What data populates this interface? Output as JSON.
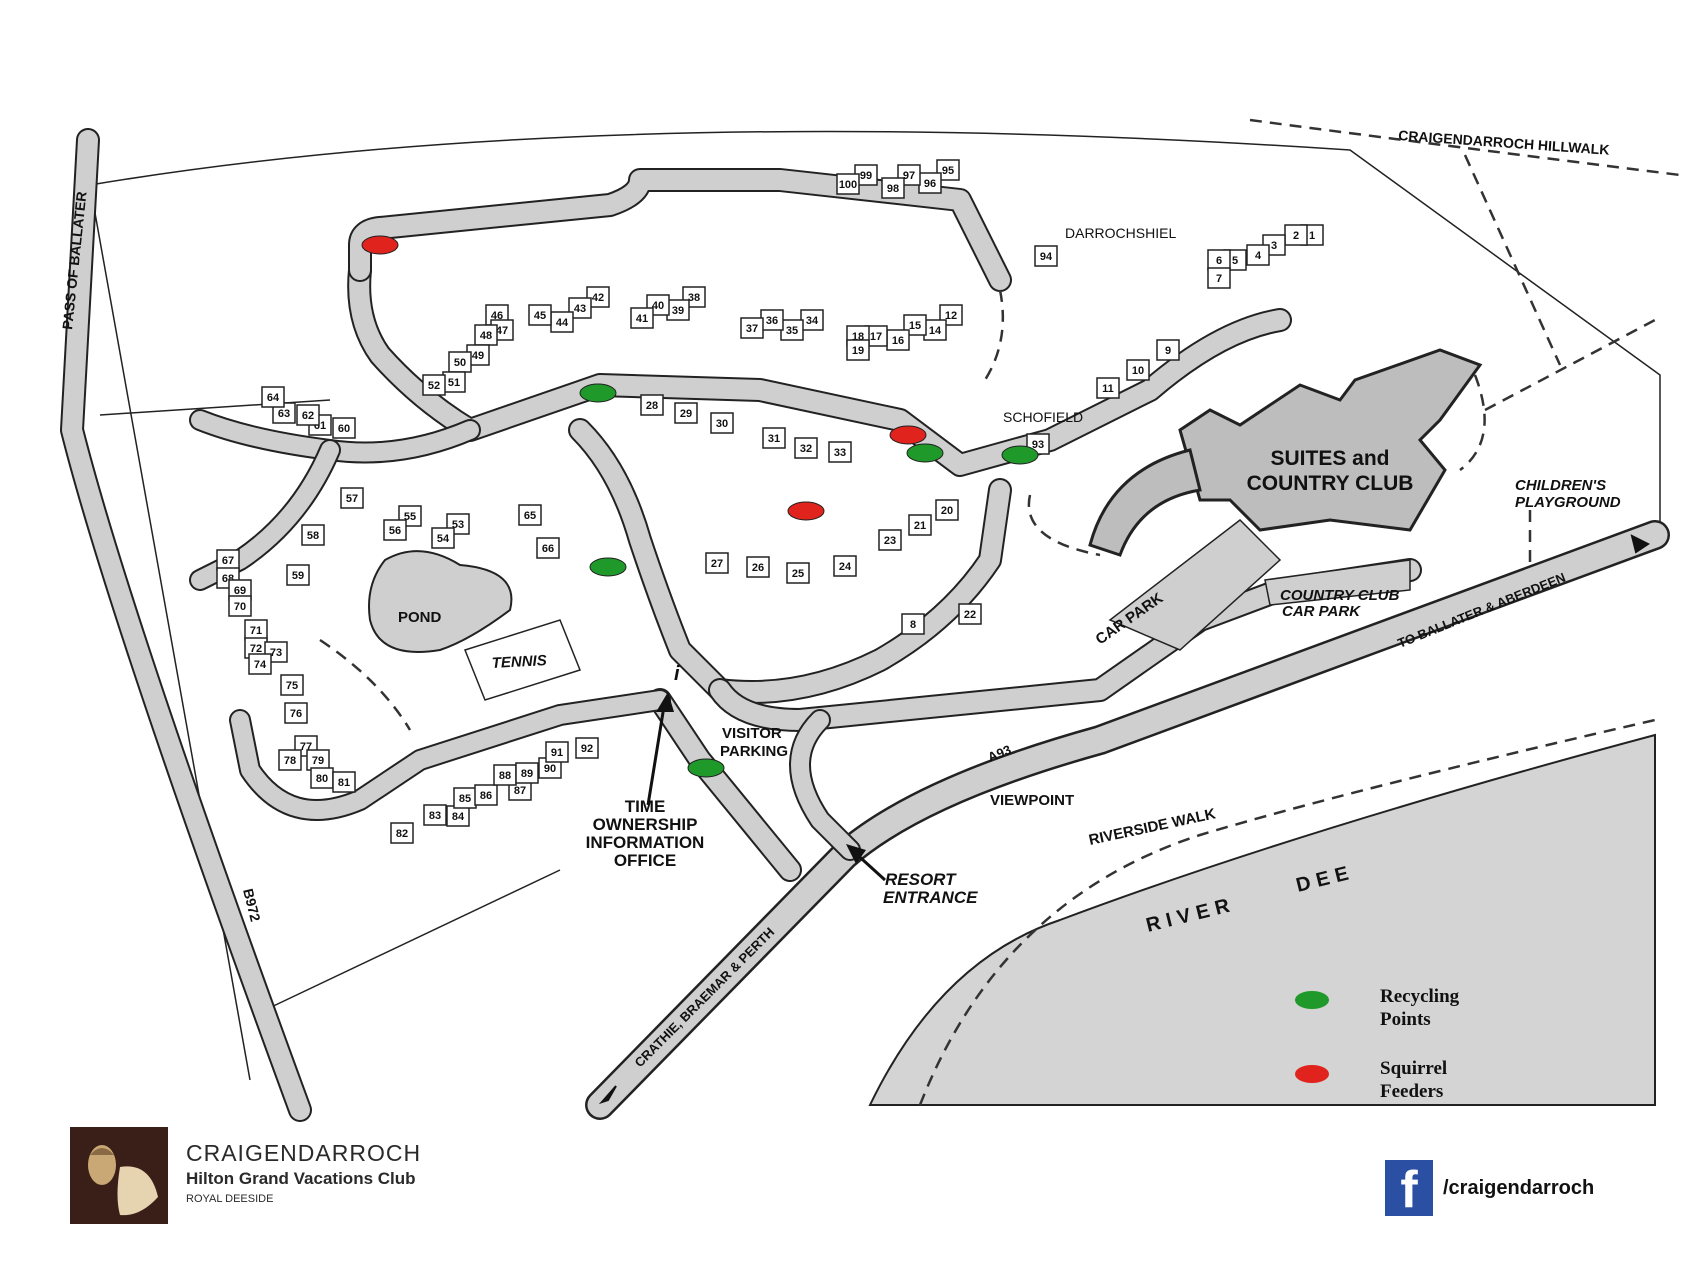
{
  "labels": {
    "pass_of_ballater": "PASS OF BALLATER",
    "b972": "B972",
    "hillwalk": "CRAIGENDARROCH HILLWALK",
    "darrochshiel": "DARROCHSHIEL",
    "schofield": "SCHOFIELD",
    "suites_line1": "SUITES and",
    "suites_line2": "COUNTRY CLUB",
    "childrens_line1": "CHILDREN'S",
    "childrens_line2": "PLAYGROUND",
    "country_club_car_park_line1": "COUNTRY CLUB",
    "country_club_car_park_line2": "CAR PARK",
    "car_park": "CAR   PARK",
    "pond": "POND",
    "tennis": "TENNIS",
    "visitor_parking_line1": "VISITOR",
    "visitor_parking_line2": "PARKING",
    "time_ownership_line1": "TIME",
    "time_ownership_line2": "OWNERSHIP",
    "time_ownership_line3": "INFORMATION",
    "time_ownership_line4": "OFFICE",
    "a93": "A93",
    "viewpoint": "VIEWPOINT",
    "riverside_walk": "RIVERSIDE WALK",
    "resort_entrance_line1": "RESORT",
    "resort_entrance_line2": "ENTRANCE",
    "river_dee_1": "RIVER",
    "river_dee_2": "DEE",
    "to_ballater": "TO BALLATER & ABERDEEN",
    "to_crathie": "CRATHIE, BRAEMAR & PERTH",
    "info_symbol": "i"
  },
  "units": [
    {
      "n": "1"
    },
    {
      "n": "2"
    },
    {
      "n": "3"
    },
    {
      "n": "4"
    },
    {
      "n": "5"
    },
    {
      "n": "6"
    },
    {
      "n": "7"
    },
    {
      "n": "8"
    },
    {
      "n": "9"
    },
    {
      "n": "10"
    },
    {
      "n": "11"
    },
    {
      "n": "12"
    },
    {
      "n": "14"
    },
    {
      "n": "15"
    },
    {
      "n": "16"
    },
    {
      "n": "17"
    },
    {
      "n": "18"
    },
    {
      "n": "19"
    },
    {
      "n": "20"
    },
    {
      "n": "21"
    },
    {
      "n": "22"
    },
    {
      "n": "23"
    },
    {
      "n": "24"
    },
    {
      "n": "25"
    },
    {
      "n": "26"
    },
    {
      "n": "27"
    },
    {
      "n": "28"
    },
    {
      "n": "29"
    },
    {
      "n": "30"
    },
    {
      "n": "31"
    },
    {
      "n": "32"
    },
    {
      "n": "33"
    },
    {
      "n": "34"
    },
    {
      "n": "35"
    },
    {
      "n": "36"
    },
    {
      "n": "37"
    },
    {
      "n": "38"
    },
    {
      "n": "39"
    },
    {
      "n": "40"
    },
    {
      "n": "41"
    },
    {
      "n": "42"
    },
    {
      "n": "43"
    },
    {
      "n": "44"
    },
    {
      "n": "45"
    },
    {
      "n": "46"
    },
    {
      "n": "47"
    },
    {
      "n": "48"
    },
    {
      "n": "49"
    },
    {
      "n": "50"
    },
    {
      "n": "51"
    },
    {
      "n": "52"
    },
    {
      "n": "53"
    },
    {
      "n": "54"
    },
    {
      "n": "55"
    },
    {
      "n": "56"
    },
    {
      "n": "57"
    },
    {
      "n": "58"
    },
    {
      "n": "59"
    },
    {
      "n": "60"
    },
    {
      "n": "61"
    },
    {
      "n": "62"
    },
    {
      "n": "63"
    },
    {
      "n": "64"
    },
    {
      "n": "65"
    },
    {
      "n": "66"
    },
    {
      "n": "67"
    },
    {
      "n": "68"
    },
    {
      "n": "69"
    },
    {
      "n": "70"
    },
    {
      "n": "71"
    },
    {
      "n": "72"
    },
    {
      "n": "73"
    },
    {
      "n": "74"
    },
    {
      "n": "75"
    },
    {
      "n": "76"
    },
    {
      "n": "77"
    },
    {
      "n": "78"
    },
    {
      "n": "79"
    },
    {
      "n": "80"
    },
    {
      "n": "81"
    },
    {
      "n": "82"
    },
    {
      "n": "83"
    },
    {
      "n": "84"
    },
    {
      "n": "85"
    },
    {
      "n": "86"
    },
    {
      "n": "87"
    },
    {
      "n": "88"
    },
    {
      "n": "89"
    },
    {
      "n": "90"
    },
    {
      "n": "91"
    },
    {
      "n": "92"
    },
    {
      "n": "93"
    },
    {
      "n": "94"
    },
    {
      "n": "95"
    },
    {
      "n": "96"
    },
    {
      "n": "97"
    },
    {
      "n": "98"
    },
    {
      "n": "99"
    },
    {
      "n": "100"
    }
  ],
  "legend": {
    "recycling_line1": "Recycling",
    "recycling_line2": "Points",
    "squirrel_line1": "Squirrel",
    "squirrel_line2": "Feeders",
    "recycling_color": "#1f9a2a",
    "squirrel_color": "#e0231c"
  },
  "markers": {
    "recycling_count": 5,
    "squirrel_count": 3
  },
  "footer": {
    "brand_name": "CRAIGENDARROCH",
    "club_name": "Hilton Grand Vacations Club",
    "region": "ROYAL DEESIDE",
    "facebook_handle": "/craigendarroch",
    "facebook_icon": "facebook-icon",
    "facebook_color": "#2b4fa3"
  }
}
